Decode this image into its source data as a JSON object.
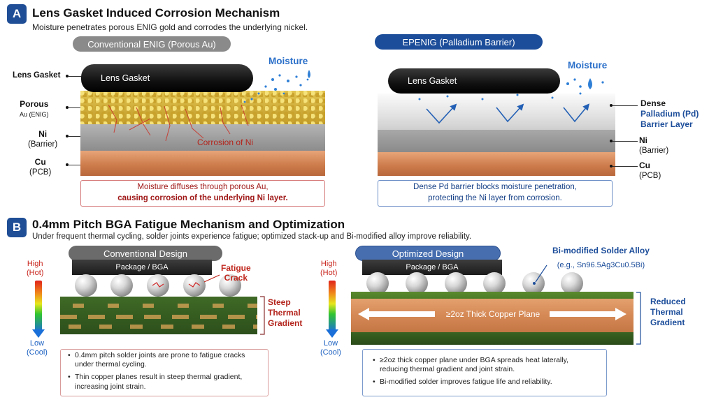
{
  "sectionA": {
    "badge": "A",
    "title": "Lens Gasket Induced Corrosion Mechanism",
    "subtitle": "Moisture penetrates porous ENIG gold and corrodes the underlying nickel.",
    "left": {
      "pill": "Conventional ENIG (Porous Au)",
      "gasket": "Lens Gasket",
      "moisture": "Moisture",
      "labels": {
        "gasket": "Lens Gasket",
        "porous": "Porous",
        "porous_sub": "Au (ENIG)",
        "ni": "Ni",
        "ni_sub": "(Barrier)",
        "cu": "Cu",
        "cu_sub": "(PCB)"
      },
      "corrosion": "Corrosion of Ni",
      "note_line1": "Moisture diffuses through porous Au,",
      "note_line2": "causing corrosion of the underlying Ni layer."
    },
    "right": {
      "pill": "EPENIG (Palladium Barrier)",
      "gasket": "Lens Gasket",
      "moisture": "Moisture",
      "labels": {
        "dense": "Dense",
        "pd_line1": "Palladium (Pd)",
        "pd_line2": "Barrier Layer",
        "ni": "Ni",
        "ni_sub": "(Barrier)",
        "cu": "Cu",
        "cu_sub": "(PCB)"
      },
      "note_line1": "Dense Pd barrier blocks moisture penetration,",
      "note_line2": "protecting the Ni layer from corrosion."
    }
  },
  "sectionB": {
    "badge": "B",
    "title": "0.4mm Pitch BGA Fatigue Mechanism and Optimization",
    "subtitle": "Under frequent thermal cycling, solder joints experience fatigue; optimized stack-up and Bi-modified alloy improve reliability.",
    "gauge": {
      "high": "High",
      "hot": "(Hot)",
      "low": "Low",
      "cool": "(Cool)"
    },
    "left": {
      "pill": "Conventional Design",
      "package": "Package / BGA",
      "fatigue_line1": "Fatigue",
      "fatigue_line2": "Crack",
      "gradient_line1": "Steep",
      "gradient_line2": "Thermal",
      "gradient_line3": "Gradient",
      "bullets": [
        "0.4mm pitch solder joints are prone to fatigue cracks under thermal cycling.",
        "Thin copper planes result in steep thermal gradient, increasing joint strain."
      ]
    },
    "right": {
      "pill": "Optimized Design",
      "package": "Package / BGA",
      "alloy_line1": "Bi-modified Solder Alloy",
      "alloy_line2": "(e.g., Sn96.5Ag3Cu0.5Bi)",
      "copper_plane": "≥2oz Thick Copper Plane",
      "gradient_line1": "Reduced",
      "gradient_line2": "Thermal",
      "gradient_line3": "Gradient",
      "bullets": [
        "≥2oz thick copper plane under BGA spreads heat laterally, reducing thermal gradient and joint strain.",
        "Bi-modified solder improves fatigue life and reliability."
      ]
    }
  },
  "colors": {
    "accent_blue": "#1f4e96",
    "warning_red": "#a01818",
    "copper": "#d9895a",
    "nickel": "#9a9a9a",
    "gold": "#d4b33a",
    "pcb_green": "#3d6b2a"
  }
}
